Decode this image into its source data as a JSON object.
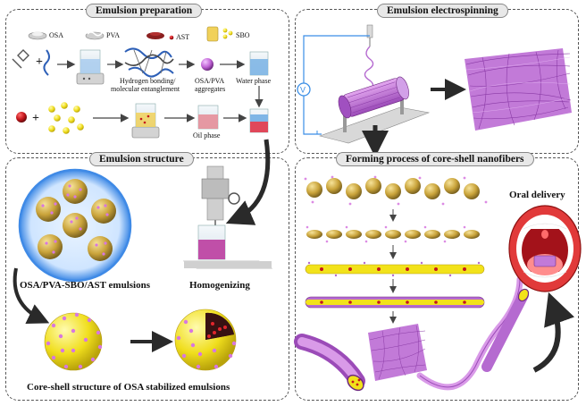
{
  "panels": {
    "prep_title": "Emulsion preparation",
    "electro_title": "Emulsion electrospinning",
    "structure_title": "Emulsion structure",
    "forming_title": "Forming process of core-shell nanofibers"
  },
  "prep": {
    "osa": "OSA",
    "pva": "PVA",
    "ast": "AST",
    "sbo": "SBO",
    "hbond_line1": "Hydrogen bonding/",
    "hbond_line2": "molecular entanglement",
    "agg_line1": "OSA/PVA",
    "agg_line2": "aggregates",
    "water_phase": "Water phase",
    "oil_phase": "Oil phase"
  },
  "structure": {
    "emulsions": "OSA/PVA-SBO/AST emulsions",
    "homogenizing": "Homogenizing",
    "core_shell": "Core-shell structure of OSA stabilized emulsions"
  },
  "forming": {
    "oral": "Oral delivery"
  },
  "colors": {
    "fiber": "#b56ad0",
    "particle": "#d9b23a",
    "ast_red": "#c4161c",
    "sbo_yellow": "#f2e21a",
    "water": "#7fb6e6",
    "oil": "#e58f9a",
    "arrow": "#333333"
  }
}
